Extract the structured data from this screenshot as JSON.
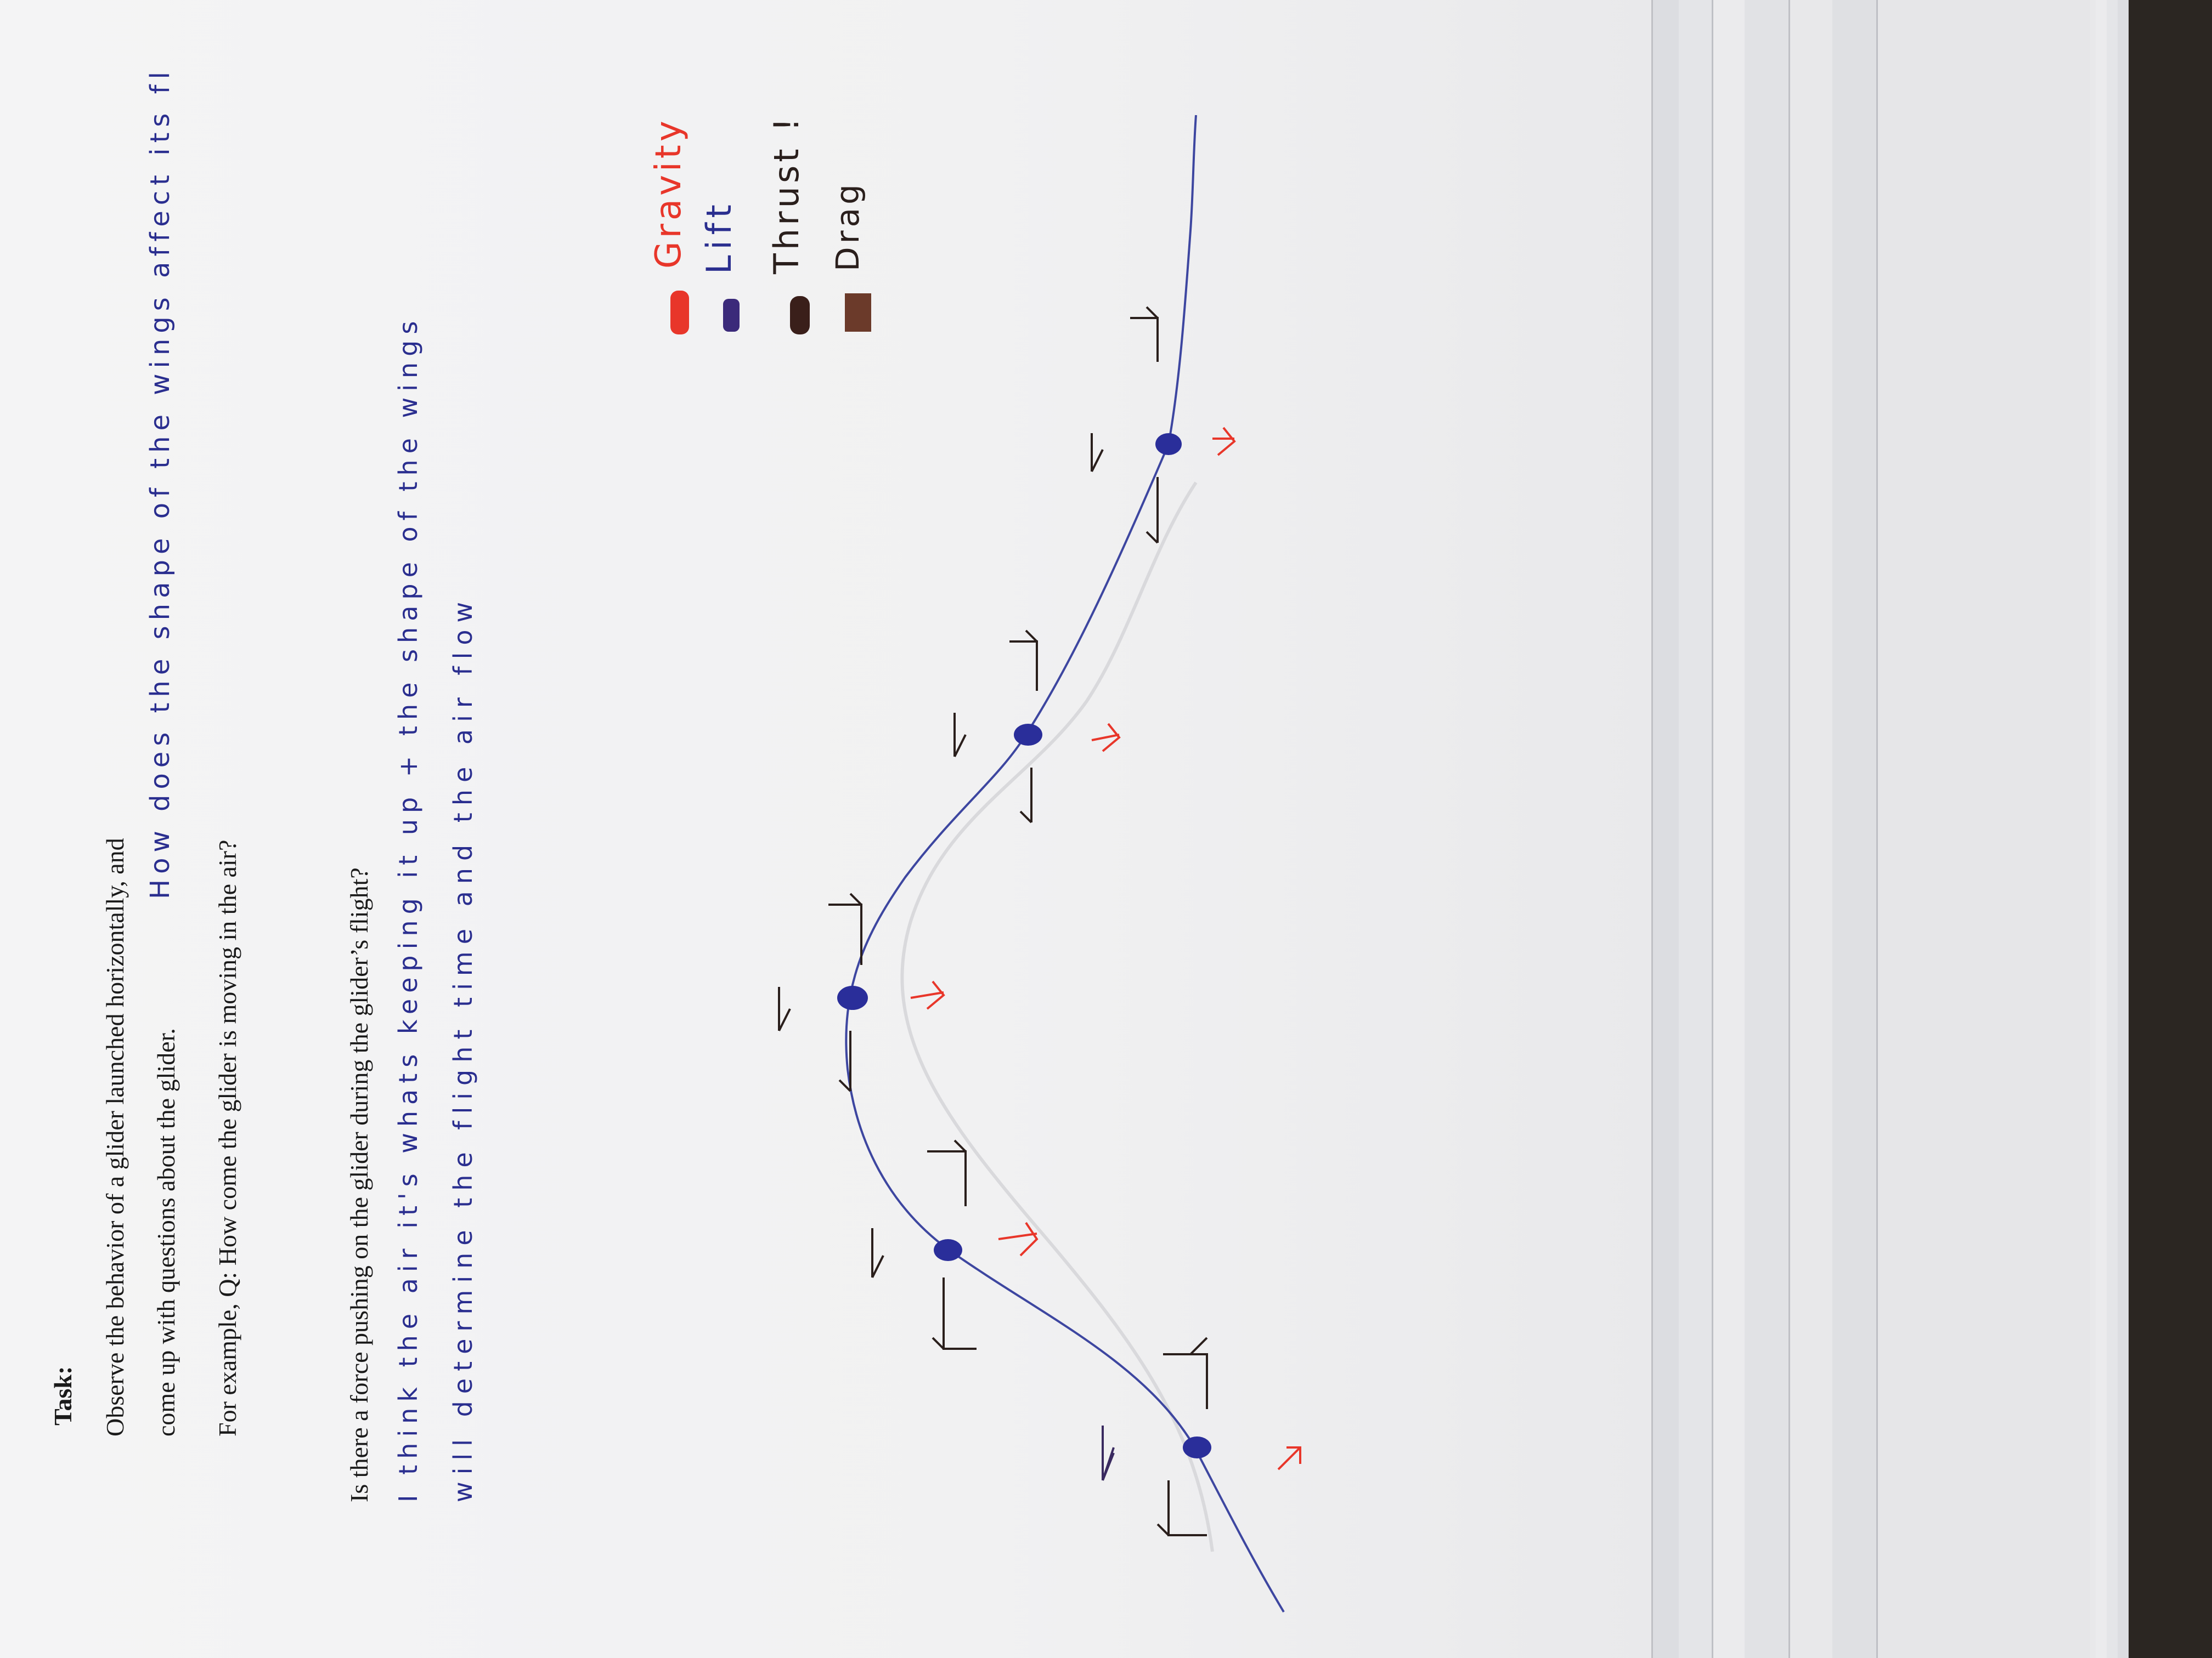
{
  "worksheet": {
    "task_label": "Task:",
    "instruction_line1": "Observe the behavior of a glider launched horizontally, and",
    "instruction_line2": "come up with questions about the glider.",
    "handwritten_question": "How does the shape of the wings affect its fl",
    "example_question": "For example, Q: How come the glider is moving in the air?",
    "force_question": "Is there a force pushing on the glider during the glider’s flight?",
    "answer_line1": "I think the air it's whats keeping it up + the shape of the wings",
    "answer_line2": "will determine the flight time and the air flow"
  },
  "legend": {
    "items": [
      {
        "label": "Gravity",
        "color": "#e8362a"
      },
      {
        "label": "Lift",
        "color": "#3b2a7a"
      },
      {
        "label": "Thrust !",
        "color": "#3a1f1a"
      },
      {
        "label": "Drag",
        "color": "#6b3a2a"
      }
    ]
  },
  "diagram": {
    "path_color": "#3d46a0",
    "dot_color": "#2a2e9a",
    "point_count": 5
  }
}
